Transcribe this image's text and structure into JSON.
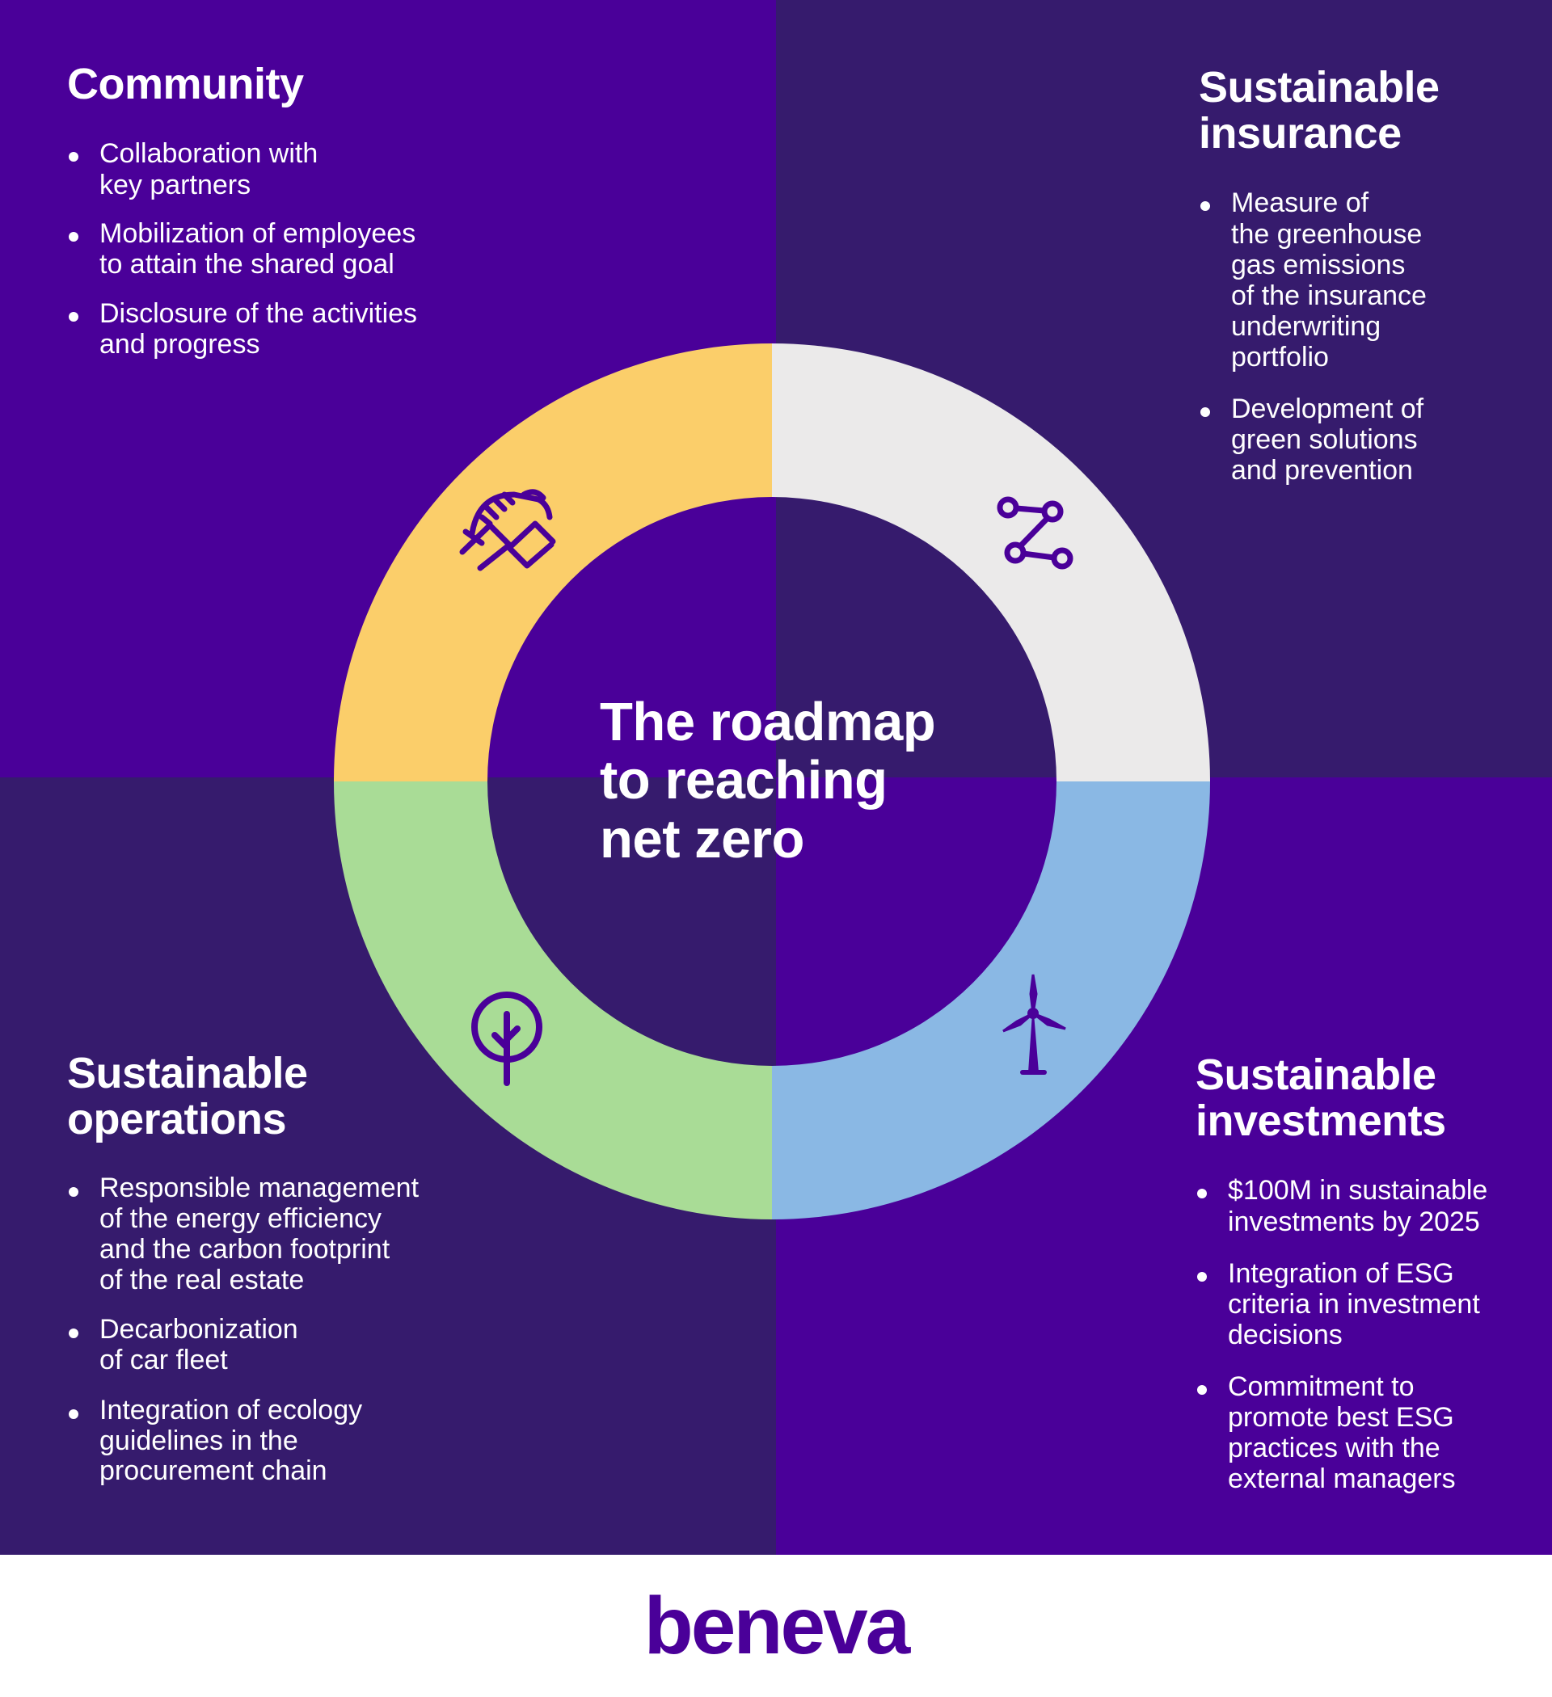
{
  "center_title": "The roadmap\nto reaching\nnet zero",
  "colors": {
    "purple_bright": "#4a0099",
    "purple_dark": "#361b6d",
    "community_segment": "#fbce6a",
    "insurance_segment": "#ebeaea",
    "operations_segment": "#a9dc96",
    "investments_segment": "#8ab8e4",
    "text": "#ffffff"
  },
  "sections": {
    "community": {
      "title": "Community",
      "icon": "handshake-icon",
      "items": [
        "Collaboration with\nkey partners",
        "Mobilization of employees\nto attain the shared goal",
        "Disclosure of the activities\nand progress"
      ]
    },
    "insurance": {
      "title": "Sustainable\ninsurance",
      "icon": "trend-line-icon",
      "items": [
        "Measure of\nthe greenhouse\ngas emissions\nof the insurance\nunderwriting\nportfolio",
        "Development of\ngreen solutions\nand prevention"
      ]
    },
    "operations": {
      "title": "Sustainable\noperations",
      "icon": "tree-icon",
      "items": [
        "Responsible management\nof the energy efficiency\nand the carbon footprint\nof the real estate",
        "Decarbonization\nof car fleet",
        "Integration of ecology\nguidelines in the\nprocurement chain"
      ]
    },
    "investments": {
      "title": "Sustainable\ninvestments",
      "icon": "wind-turbine-icon",
      "items": [
        "$100M in sustainable\ninvestments by 2025",
        "Integration of ESG\ncriteria in investment\ndecisions",
        "Commitment to\npromote best ESG\npractices with the\nexternal managers"
      ]
    }
  },
  "logo": "beneva"
}
